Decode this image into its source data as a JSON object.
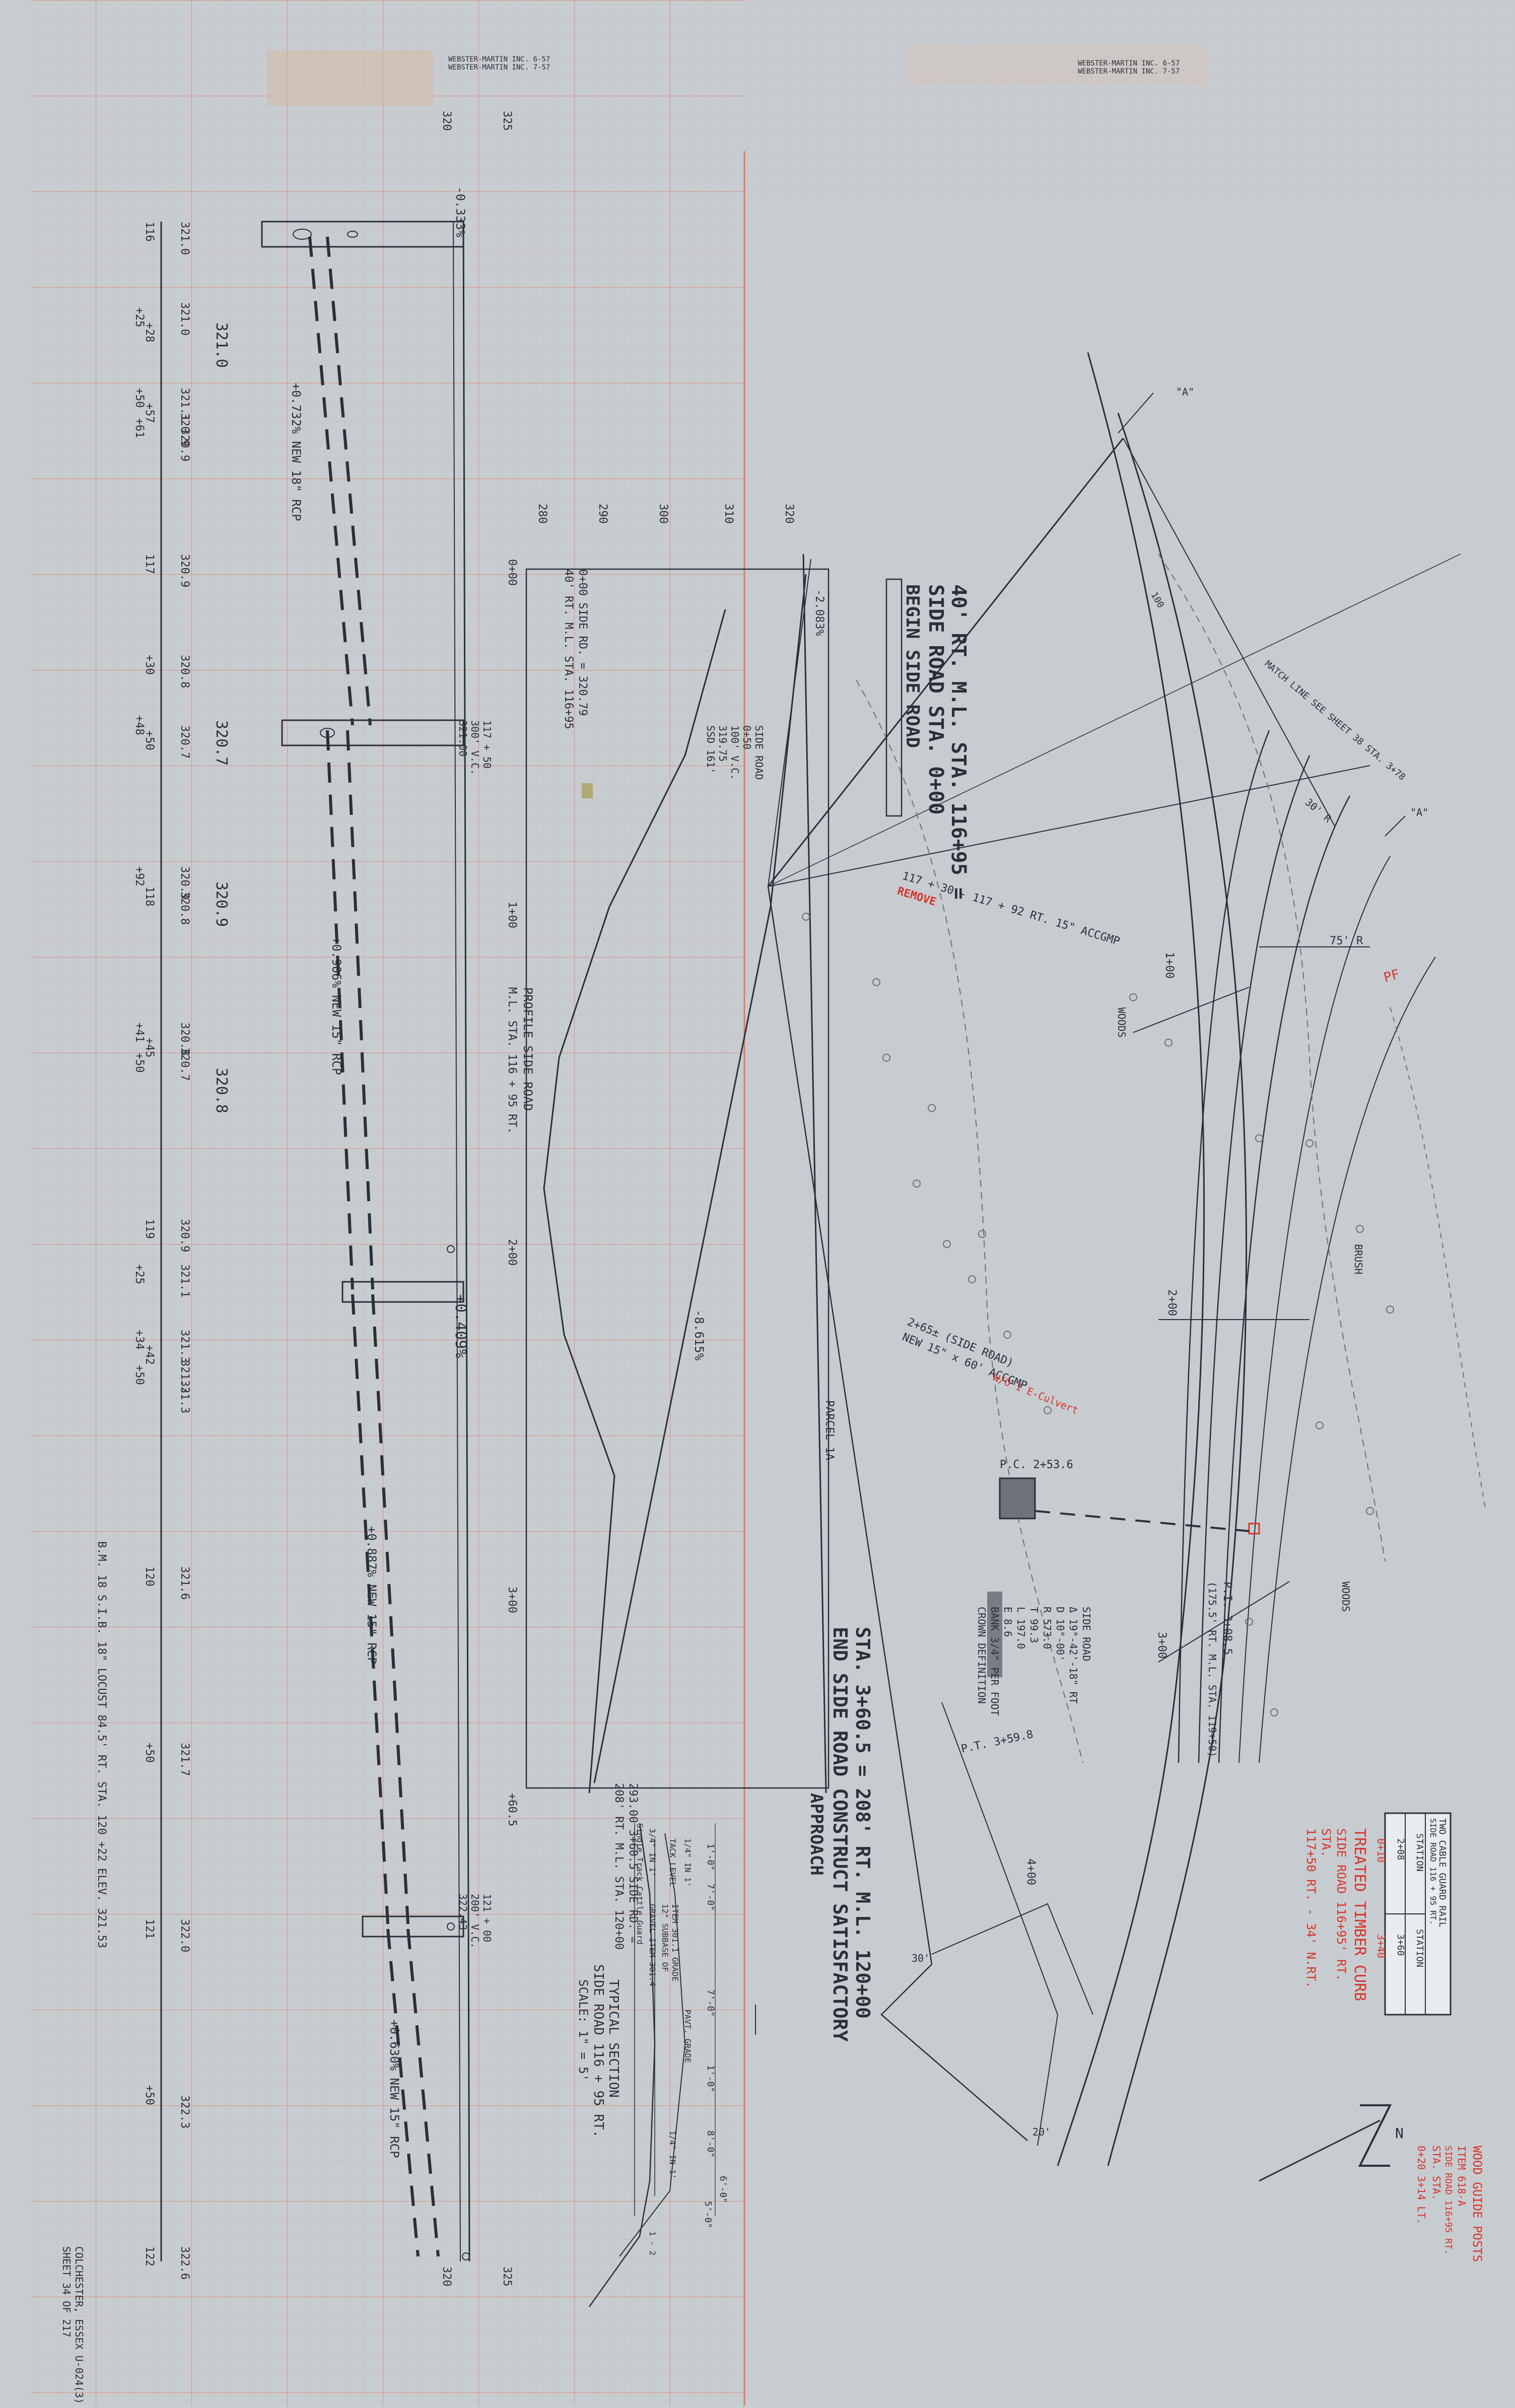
{
  "title_block": {
    "left_firm": [
      "WEBSTER-MARTIN INC. 6-57",
      "WEBSTER-MARTIN INC. 7-57"
    ],
    "right_firm": [
      "WEBSTER-MARTIN INC. 6-57",
      "WEBSTER-MARTIN INC. 7-57"
    ]
  },
  "profile_main": {
    "elev_top": [
      "320",
      "325"
    ],
    "elev_bottom": [
      "320",
      "325"
    ],
    "grade_start": "-0.333%",
    "stations": [
      "116",
      "+25",
      "+28",
      "+50",
      "+57",
      "+61",
      "117",
      "+30",
      "+48",
      "+50",
      "+92",
      "118",
      "+41",
      "+45",
      "+50",
      "119",
      "+25",
      "+34",
      "+42",
      "+50",
      "120",
      "+50",
      "121",
      "+50",
      "122"
    ],
    "elevations": [
      "321.0",
      "321.0",
      "321.1",
      "320.9",
      "320.9",
      "320.9",
      "320.8",
      "320.7",
      "320.9",
      "320.8",
      "320.8",
      "320.7",
      "320.9",
      "321.1",
      "321.3",
      "321.3",
      "321.3",
      "321.6",
      "321.7",
      "322.0",
      "322.3",
      "322.6"
    ],
    "elev_notes": [
      "321.0",
      "320.7",
      "320.9",
      "320.8"
    ],
    "pipes": [
      {
        "label": "+0.732% NEW 18\" RCP"
      },
      {
        "label": "+0.906% NEW 15\" RCP"
      },
      {
        "label": "+0.887% NEW 15\" RCP"
      },
      {
        "label": "+0.630% NEW 15\" RCP"
      }
    ],
    "grade_mid": "+0.409%",
    "bm_note": "B.M. 18  S.I.B. 18\" LOCUST 84.5' RT. STA. 120 +22  ELEV. 321.53",
    "sheet_note": [
      "COLCHESTER, ESSEX U-024(3)",
      "SHEET 34 OF 217"
    ]
  },
  "profile_side": {
    "elev_labels": [
      "280",
      "290",
      "300",
      "310",
      "320"
    ],
    "stations": [
      "0+00",
      "1+00",
      "2+00",
      "3+00",
      "+60.5"
    ],
    "start_note": [
      "0+00 SIDE RD. = 320.79",
      "40' RT. M.L. STA. 116+95"
    ],
    "end_note": [
      "293.00 3+60.5 SIDE RD. =",
      "208' RT. M.L. STA. 120+00"
    ],
    "vc1": [
      "SIDE ROAD",
      "0+50",
      "100' V.C.",
      "319.75",
      "SSD 161'"
    ],
    "vc2": [
      "117 + 50",
      "300' V.C.",
      "321.00"
    ],
    "vc3": [
      "121 + 00",
      "200' V.C.",
      "322.43"
    ],
    "grade1": "-2.083%",
    "grade2": "-8.615%",
    "title": [
      "PROFILE  SIDE ROAD",
      "M.L. STA. 116 + 95 RT."
    ]
  },
  "plan": {
    "begin": [
      "40' RT. M.L. STA. 116+95 =",
      "SIDE ROAD STA. 0+00",
      "BEGIN SIDE ROAD"
    ],
    "end": [
      "STA. 3+60.5 = 208' RT. M.L. 120+00",
      "END SIDE ROAD  CONSTRUCT SATISFACTORY",
      "APPROACH"
    ],
    "remove": [
      "117 + 30 - 117 + 92 RT.  15\" ACCGMP",
      "REMOVE"
    ],
    "parcel": "PARCEL 1A",
    "woods": [
      "WOODS",
      "WOODS"
    ],
    "brush": "BRUSH",
    "match_line": "MATCH LINE SEE SHEET 38 STA. 3+78",
    "side_rd_pipe": [
      "2+65± (SIDE ROAD)",
      "NEW 15\" x 60' ACCGMP",
      "W/O 1 E-Culvert"
    ],
    "pc": "P.C. 2+53.6",
    "pt": "P.T. 3+59.8",
    "pi": [
      "P.I. 3+08.5",
      "(175.5' RT. M.L. STA. 119+50)"
    ],
    "curve": [
      "SIDE ROAD",
      "Δ 19°-42'-18\" RT",
      "D 10°-00'",
      "R 573.0",
      "T 99.3",
      "L 197.0",
      "E 8.6",
      "BANK 3/4\" PER FOOT",
      "CROWN DEFINITION"
    ],
    "sta_plan": [
      "1+00",
      "2+00",
      "3+00",
      "4+00"
    ],
    "offsets": [
      "75' R",
      "30' R",
      "30'",
      "20'"
    ],
    "small": [
      "100",
      "\"A\"",
      "\"A\""
    ],
    "red_pf": "PF",
    "north": "N"
  },
  "guard_table": {
    "title": [
      "TWO CABLE GUARD RAIL",
      "SIDE ROAD 116 + 95 RT.",
      "ITEM 621"
    ],
    "headers": [
      "STATION",
      "STATION"
    ],
    "rows": [
      [
        "2+08",
        "3+60"
      ],
      [
        "0+10",
        "3+40"
      ]
    ]
  },
  "timber_curb": [
    "TREATED TIMBER CURB",
    "SIDE ROAD  116+95' RT.",
    "STA.",
    "117+50 RT. - 34' N.RT."
  ],
  "guide_posts": [
    "WOOD GUIDE POSTS",
    "ITEM 618-A",
    "SIDE ROAD 116+95 RT.",
    "STA.    STA.",
    "0+20    3+14 LT."
  ],
  "typical_section": {
    "title": [
      "TYPICAL  SECTION",
      "SIDE ROAD 116 + 95 RT.",
      "SCALE: 1\" = 5'"
    ],
    "dims": [
      "1'-0\"",
      "7'-0\"",
      "7'-0\"",
      "1'-0\"",
      "8'-0\"",
      "6'-0\"",
      "5'-0\""
    ],
    "notes": [
      "Single Track Cattle Guard",
      "3/4\" IN 1'",
      "TACK LEVEL",
      "1/4\" IN 1'",
      "ITEM 301.1 GRADE",
      "12\" SUBBASE OF",
      "GRAVEL ITEM 301.4",
      "PAVT. GRADE",
      "1/4\" IN 1'",
      "1 - 2"
    ]
  },
  "colors": {
    "paper": "#c7ccd1",
    "grid": "#e2937a",
    "ink": "#2b2f38",
    "red": "#d4352a"
  }
}
